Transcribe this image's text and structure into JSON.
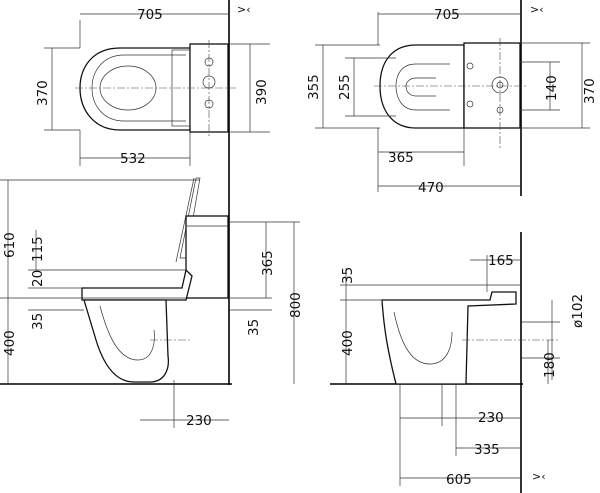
{
  "drawing": {
    "top_left_view": {
      "width_total": "705",
      "depth_left": "370",
      "depth_right": "390",
      "width_seat": "532"
    },
    "top_right_view": {
      "width_total": "705",
      "depth_outer": "355",
      "depth_inner": "255",
      "depth_right": "370",
      "offset_140": "140",
      "width_365": "365",
      "width_470": "470"
    },
    "side_left_view": {
      "height_total": "610",
      "h_115": "115",
      "h_20": "20",
      "h_35": "35",
      "h_400": "400",
      "h_365": "365",
      "h_35_right": "35",
      "h_800": "800",
      "w_230": "230"
    },
    "side_right_view": {
      "h_35": "35",
      "w_165": "165",
      "dia": "ø102",
      "h_400": "400",
      "h_180": "180",
      "w_230": "230",
      "w_335": "335",
      "w_605": "605"
    },
    "wall_mark": ">‹"
  }
}
